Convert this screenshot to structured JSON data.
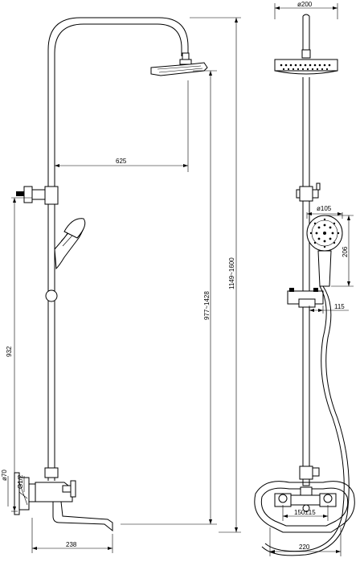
{
  "dimensions": {
    "shower_arm_reach": "625",
    "outlet_to_handshower_holder": "932",
    "spout_reach": "238",
    "head_height_range": "977~1428",
    "total_height_range": "1149~1600",
    "rain_head_diameter": "ø200",
    "hand_shower_diameter": "ø105",
    "hand_shower_length": "206",
    "holder_depth": "115",
    "inlet_spacing": "150±15",
    "mixer_width": "220",
    "escutcheon_diameter": "ø70",
    "inlet_thread": "G1/2"
  }
}
